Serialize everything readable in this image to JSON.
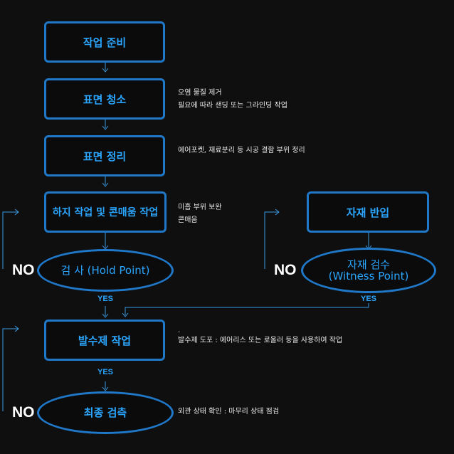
{
  "steps": {
    "prep": "작업 준비",
    "clean": "표면 청소",
    "arrange": "표면 정리",
    "underlay": "하지 작업 및 콘매움 작업",
    "inspect1": "검  사 (Hold Point)",
    "delivery": "자재 반입",
    "inspect2_line1": "자재 검수",
    "inspect2_line2": "(Witness Point)",
    "waterproof": "발수제 작업",
    "final": "최종 검측"
  },
  "notes": {
    "clean_1": "오염 물질 제거",
    "clean_2": "필요에 따라 샌딩 또는 그라인딩 작업",
    "arrange_1": "에어포켓, 재료분리 등 시공 결함 부위 정리",
    "underlay_1": "미흡 부위 보완",
    "underlay_2": "콘매움",
    "waterproof_dot": ".",
    "waterproof_1": "발수제 도포 : 에어리스 또는 로울러 등을 사용하여 작업",
    "final_1": "외관 상태 확인 : 마무리 상태 점검"
  },
  "labels": {
    "no": "NO",
    "yes": "YES"
  },
  "colors": {
    "accent": "#2aa6ff",
    "border": "#1f78c8",
    "line": "#3a9ae0"
  }
}
